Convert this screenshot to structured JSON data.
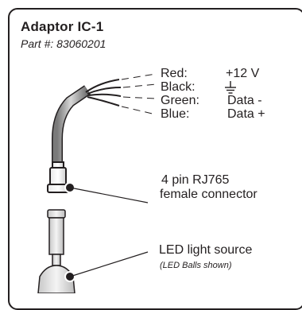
{
  "header": {
    "title": "Adaptor IC-1",
    "part_number": "Part #: 83060201"
  },
  "wires": [
    {
      "color": "Red:",
      "signal": "+12 V"
    },
    {
      "color": "Black:",
      "signal": "ground-symbol"
    },
    {
      "color": "Green:",
      "signal": "Data -"
    },
    {
      "color": "Blue:",
      "signal": "Data +"
    }
  ],
  "connector": {
    "line1": "4 pin RJ765",
    "line2": "female connector"
  },
  "light_source": {
    "label": "LED light source",
    "note": "(LED Balls shown)"
  }
}
